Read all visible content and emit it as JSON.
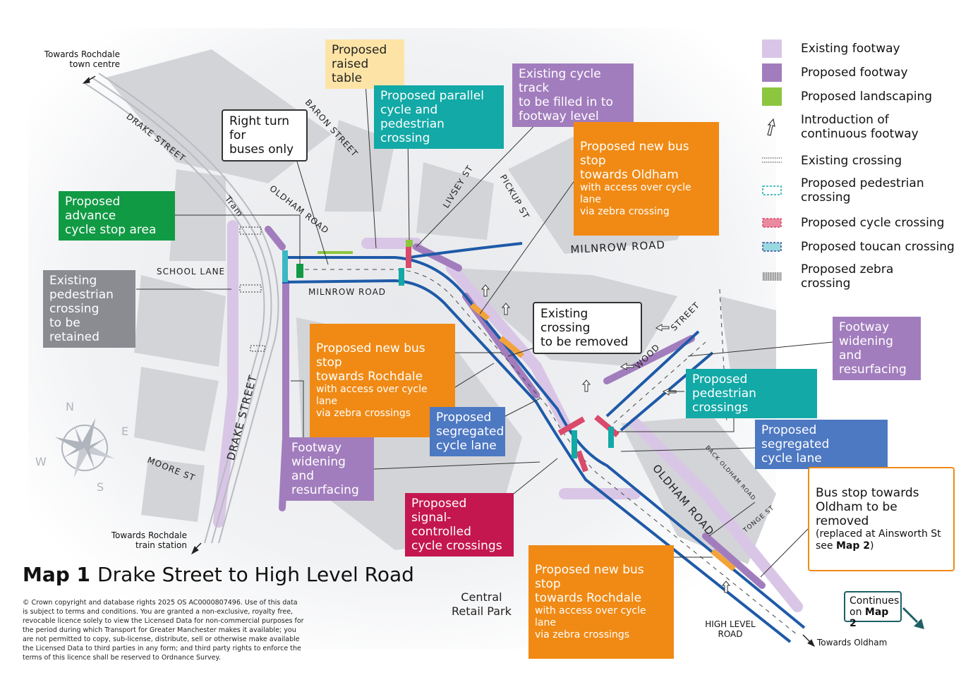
{
  "title": {
    "map_number": "Map 1",
    "text": "Drake Street to High Level Road"
  },
  "legend": [
    {
      "label": "Existing footway",
      "color": "#d9c6e6",
      "kind": "fill"
    },
    {
      "label": "Proposed footway",
      "color": "#a27dbd",
      "kind": "fill"
    },
    {
      "label": "Proposed landscaping",
      "color": "#8cc63f",
      "kind": "fill"
    },
    {
      "label": "Introduction of\ncontinuous footway",
      "color": "#ffffff",
      "kind": "arrow-icon"
    },
    {
      "label": "Existing crossing",
      "color": "#333333",
      "kind": "dotted"
    },
    {
      "label": "Proposed pedestrian\ncrossing",
      "color": "#12a9a6",
      "kind": "dashed"
    },
    {
      "label": "Proposed cycle crossing",
      "color": "#d94a6b",
      "kind": "dashed"
    },
    {
      "label": "Proposed toucan crossing",
      "color": "#3bb8c4",
      "kind": "toucan"
    },
    {
      "label": "Proposed zebra\ncrossing",
      "color": "#777777",
      "kind": "zebra"
    }
  ],
  "callouts": {
    "raised_table": "Proposed\nraised table",
    "parallel_crossing": "Proposed parallel\ncycle and pedestrian\ncrossing",
    "filled_track": "Existing cycle track\nto be filled in to\nfootway level",
    "bus_stop_oldham": {
      "title": "Proposed new bus stop\ntowards Oldham",
      "sub": "with access over cycle lane\nvia zebra crossing"
    },
    "right_turn": "Right turn for\nbuses only",
    "advance_stop": "Proposed advance\ncycle stop area",
    "ped_crossing_retained": "Existing\npedestrian\ncrossing\nto be retained",
    "bus_stop_rochdale_1": {
      "title": "Proposed new bus stop\ntowards Rochdale",
      "sub": "with access over cycle lane\nvia zebra crossings"
    },
    "crossing_removed": "Existing crossing\nto be removed",
    "footway_widening_right": "Footway\nwidening and\nresurfacing",
    "ped_crossings": "Proposed pedestrian\ncrossings",
    "segregated_left": "Proposed\nsegregated\ncycle lane",
    "segregated_right": "Proposed segregated\ncycle lane",
    "footway_widening_left": "Footway\nwidening and\nresurfacing",
    "signal_crossings": "Proposed\nsignal-controlled\ncycle crossings",
    "bus_stop_removed": {
      "title": "Bus stop towards\nOldham to be removed",
      "sub_prefix": "(replaced at Ainsworth St\nsee ",
      "sub_bold": "Map 2",
      "sub_suffix": ")"
    },
    "bus_stop_rochdale_2": {
      "title": "Proposed new bus stop\ntowards Rochdale",
      "sub": "with access over cycle lane\nvia zebra crossings"
    }
  },
  "streets": {
    "drake_street_top": "DRAKE STREET",
    "tram": "Tram",
    "baron_street": "BARON STREET",
    "oldham_road_top": "OLDHAM ROAD",
    "school_lane": "SCHOOL LANE",
    "milnrow_road_left": "MILNROW ROAD",
    "livsey_st": "LIVSEY ST",
    "pickup_st": "PICKUP ST",
    "milnrow_road_right": "MILNROW ROAD",
    "wood_street_1": "WOOD",
    "wood_street_2": "STREET",
    "drake_street_bottom": "DRAKE STREET",
    "moore_st": "MOORE ST",
    "back_oldham_road": "BACK OLDHAM ROAD",
    "oldham_road_bottom": "OLDHAM ROAD",
    "tonge_st": "TONGE ST",
    "high_level_road": "HIGH LEVEL\nROAD"
  },
  "directions": {
    "rochdale_town": "Towards Rochdale\ntown centre",
    "rochdale_station": "Towards Rochdale\ntrain station",
    "oldham": "Towards Oldham"
  },
  "compass": {
    "n": "N",
    "e": "E",
    "s": "S",
    "w": "W"
  },
  "central_retail_park": "Central\nRetail Park",
  "continues": {
    "prefix": "Continues\non ",
    "bold": "Map 2"
  },
  "copyright": "© Crown copyright and database rights 2025 OS AC0000807496.\nUse of this data is subject to terms and conditions. You are granted a non-exclusive, royalty free, revocable licence solely to view the Licensed Data for non-commercial purposes for the period during which Transport for Greater Manchester makes it available; you are not permitted to copy, sub-license, distribute, sell or otherwise make available the Licensed Data to third parties in any form; and third party rights to enforce the terms of this licence shall be reserved to Ordnance Survey.",
  "colors": {
    "road_blue": "#1e5aa8",
    "building": "#d6d7da",
    "existing_footway": "#d9c6e6",
    "proposed_footway": "#a27dbd"
  }
}
